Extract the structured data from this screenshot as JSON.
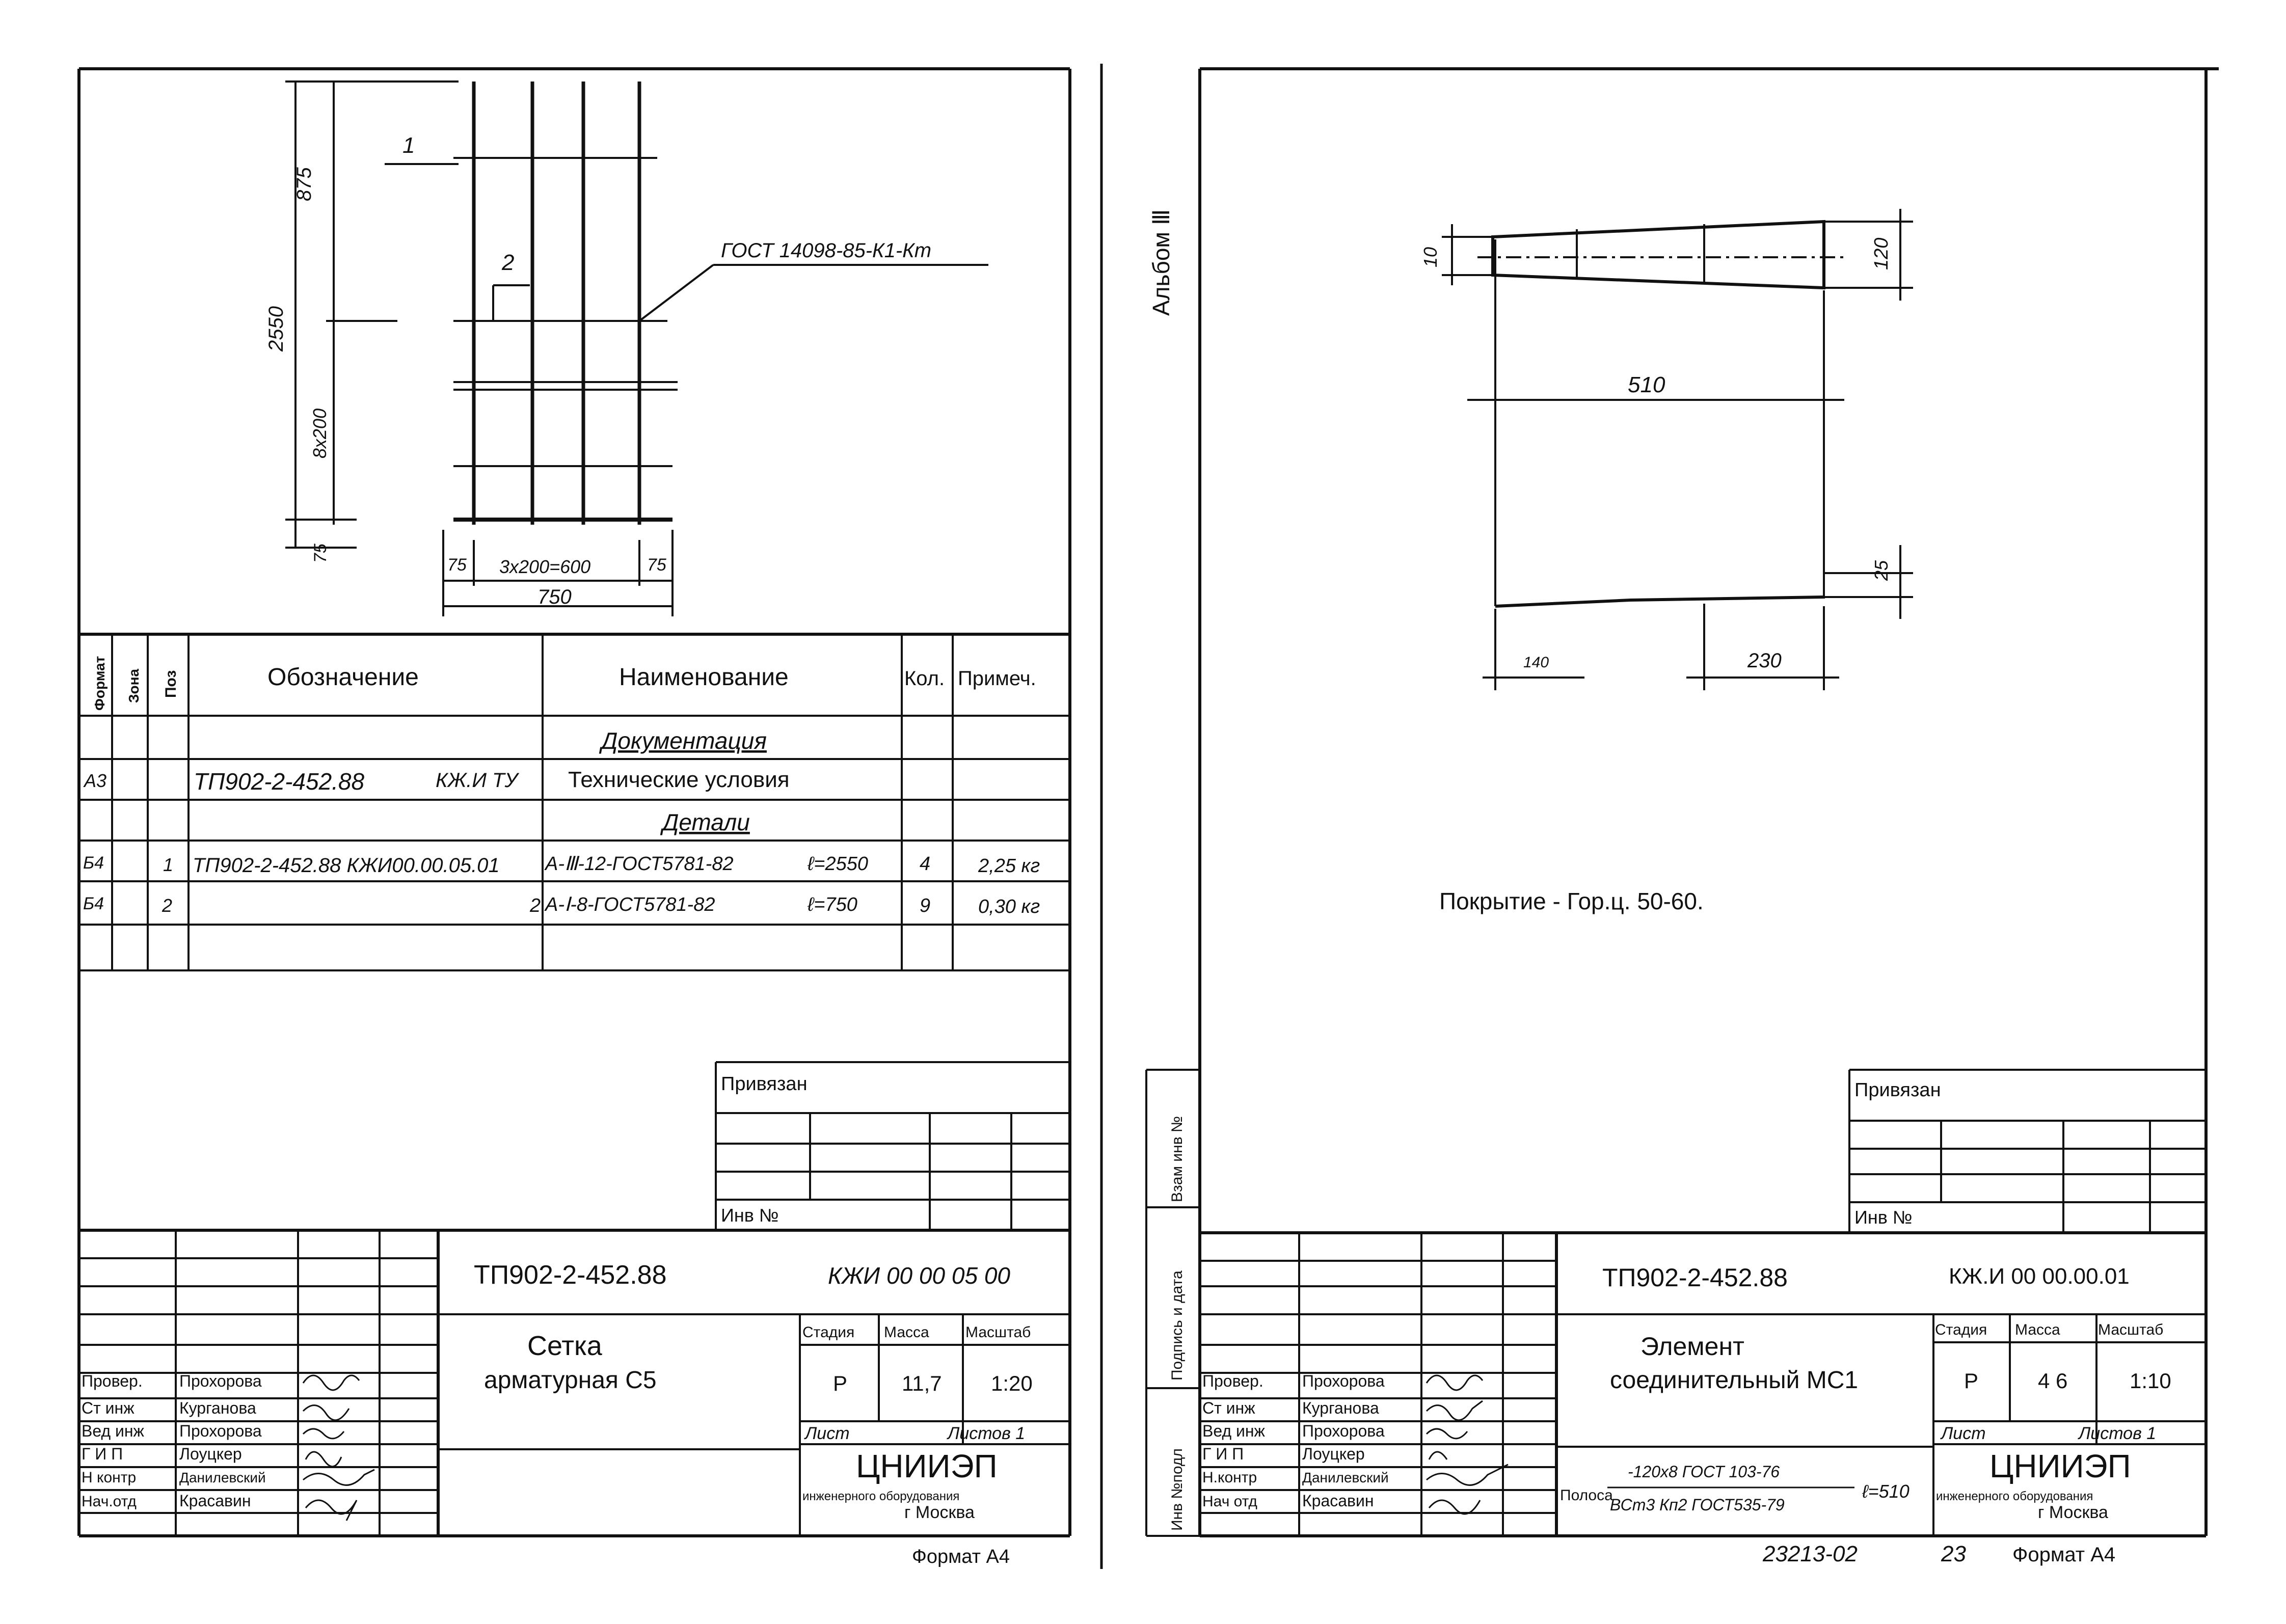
{
  "left_sheet": {
    "drawing": {
      "dim_875": "875",
      "dim_2550": "2550",
      "dim_8x200": "8x200",
      "dim_75_bottom": "75",
      "dim_75_left": "75",
      "dim_3x200": "3x200=600",
      "dim_75_right": "75",
      "dim_750": "750",
      "pos_1": "1",
      "pos_2": "2",
      "gost_label": "ГОСТ 14098-85-К1-Кт"
    },
    "spec": {
      "headers": {
        "format": "Формат",
        "zone": "Зона",
        "pos": "Поз",
        "designation": "Обозначение",
        "name": "Наименование",
        "qty": "Кол.",
        "note": "Примеч."
      },
      "section_docs": "Документация",
      "row_tu": {
        "format": "А3",
        "designation": "ТП902-2-452.88",
        "designation_suffix": "КЖ.И ТУ",
        "name": "Технические условия"
      },
      "section_parts": "Детали",
      "rows": [
        {
          "format": "Б4",
          "pos": "1",
          "designation": "ТП902-2-452.88 КЖИ00.00.05.01",
          "name": "А-Ⅲ-12-ГОСТ5781-82",
          "length": "ℓ=2550",
          "qty": "4",
          "note": "2,25 кг"
        },
        {
          "format": "Б4",
          "pos": "2",
          "designation": "2",
          "name": "А-Ⅰ-8-ГОСТ5781-82",
          "length": "ℓ=750",
          "qty": "9",
          "note": "0,30 кг"
        }
      ]
    },
    "privyazan": "Привязан",
    "inv_no": "Инв №",
    "title_block": {
      "doc_no": "ТП902-2-452.88",
      "code": "КЖИ 00 00 05 00",
      "title_line1": "Сетка",
      "title_line2": "арматурная С5",
      "stage_label": "Стадия",
      "mass_label": "Масса",
      "scale_label": "Масштаб",
      "stage": "Р",
      "mass": "11,7",
      "scale": "1:20",
      "sheet_label": "Лист",
      "sheets_label": "Листов 1",
      "org": "ЦНИИЭП",
      "org_sub1": "инженерного оборудования",
      "org_sub2": "г Москва",
      "roles": [
        "Провер.",
        "Ст инж",
        "Вед инж",
        "Г И П",
        "Н контр",
        "Нач.отд"
      ],
      "names": [
        "Прохорова",
        "Курганова",
        "Прохорова",
        "Лоуцкер",
        "Данилевский",
        "Красавин"
      ],
      "format": "Формат А4"
    }
  },
  "right_sheet": {
    "album": "Альбом Ⅲ",
    "drawing": {
      "dim_10": "10",
      "dim_120": "120",
      "dim_510": "510",
      "dim_25": "25",
      "dim_140": "140",
      "dim_230": "230",
      "coating": "Покрытие - Гор.ц. 50-60."
    },
    "side_labels": [
      "Взам инв №",
      "Подпись и дата",
      "Инв №подл"
    ],
    "privyazan": "Привязан",
    "inv_no": "Инв №",
    "title_block": {
      "doc_no": "ТП902-2-452.88",
      "code": "КЖ.И 00 00.00.01",
      "title_line1": "Элемент",
      "title_line2": "соединительный МС1",
      "stage_label": "Стадия",
      "mass_label": "Масса",
      "scale_label": "Масштаб",
      "stage": "Р",
      "mass": "4 6",
      "scale": "1:10",
      "sheet_label": "Лист",
      "sheets_label": "Листов 1",
      "org": "ЦНИИЭП",
      "org_sub1": "инженерного оборудования",
      "org_sub2": "г Москва",
      "material_prefix": "Полоса",
      "material_top": "-120x8 ГОСТ 103-76",
      "material_bottom": "ВСт3 Кп2 ГОСТ535-79",
      "material_length": "ℓ=510",
      "roles": [
        "Провер.",
        "Ст инж",
        "Вед инж",
        "Г И П",
        "Н.контр",
        "Нач отд"
      ],
      "names": [
        "Прохорова",
        "Курганова",
        "Прохорова",
        "Лоуцкер",
        "Данилевский",
        "Красавин"
      ],
      "stamp_no": "23213-02",
      "page_no": "23",
      "format": "Формат А4"
    }
  }
}
